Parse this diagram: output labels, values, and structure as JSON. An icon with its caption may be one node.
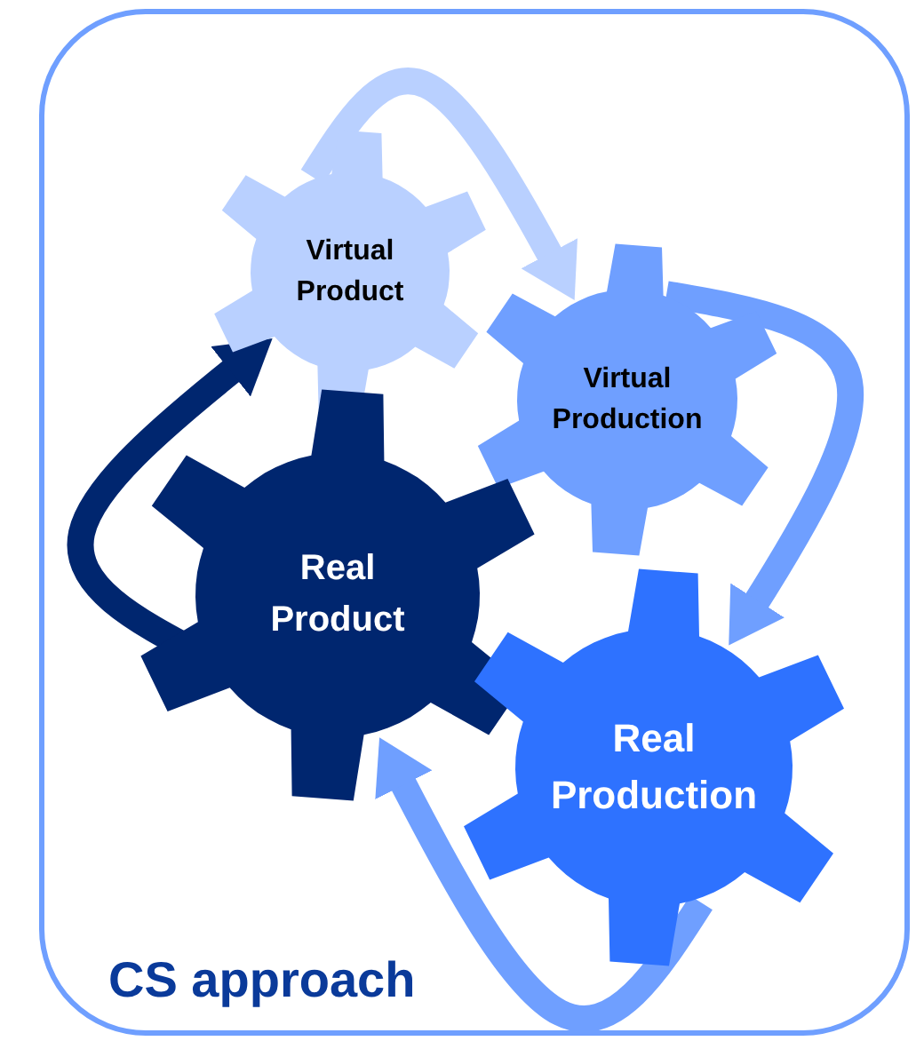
{
  "diagram": {
    "nodes": [
      {
        "text": [
          "CS approach"
        ]
      },
      {
        "text": [
          "Virtual Product"
        ],
        "in": 0
      },
      {
        "text": [
          "Virtual Production"
        ],
        "in": 0
      },
      {
        "text": [
          "Real Product"
        ],
        "in": 0
      },
      {
        "text": [
          "Real Production"
        ],
        "in": 0
      }
    ],
    "edges": [
      {
        "from": 1,
        "to": 2,
        "arrow": "to",
        "color": "#b9d0ff"
      },
      {
        "from": 2,
        "to": 4,
        "arrow": "to"
      },
      {
        "from": 4,
        "to": 3,
        "arrow": "to"
      },
      {
        "from": 3,
        "to": 1,
        "arrow": "to",
        "color": "#00266f"
      }
    ]
  }
}
